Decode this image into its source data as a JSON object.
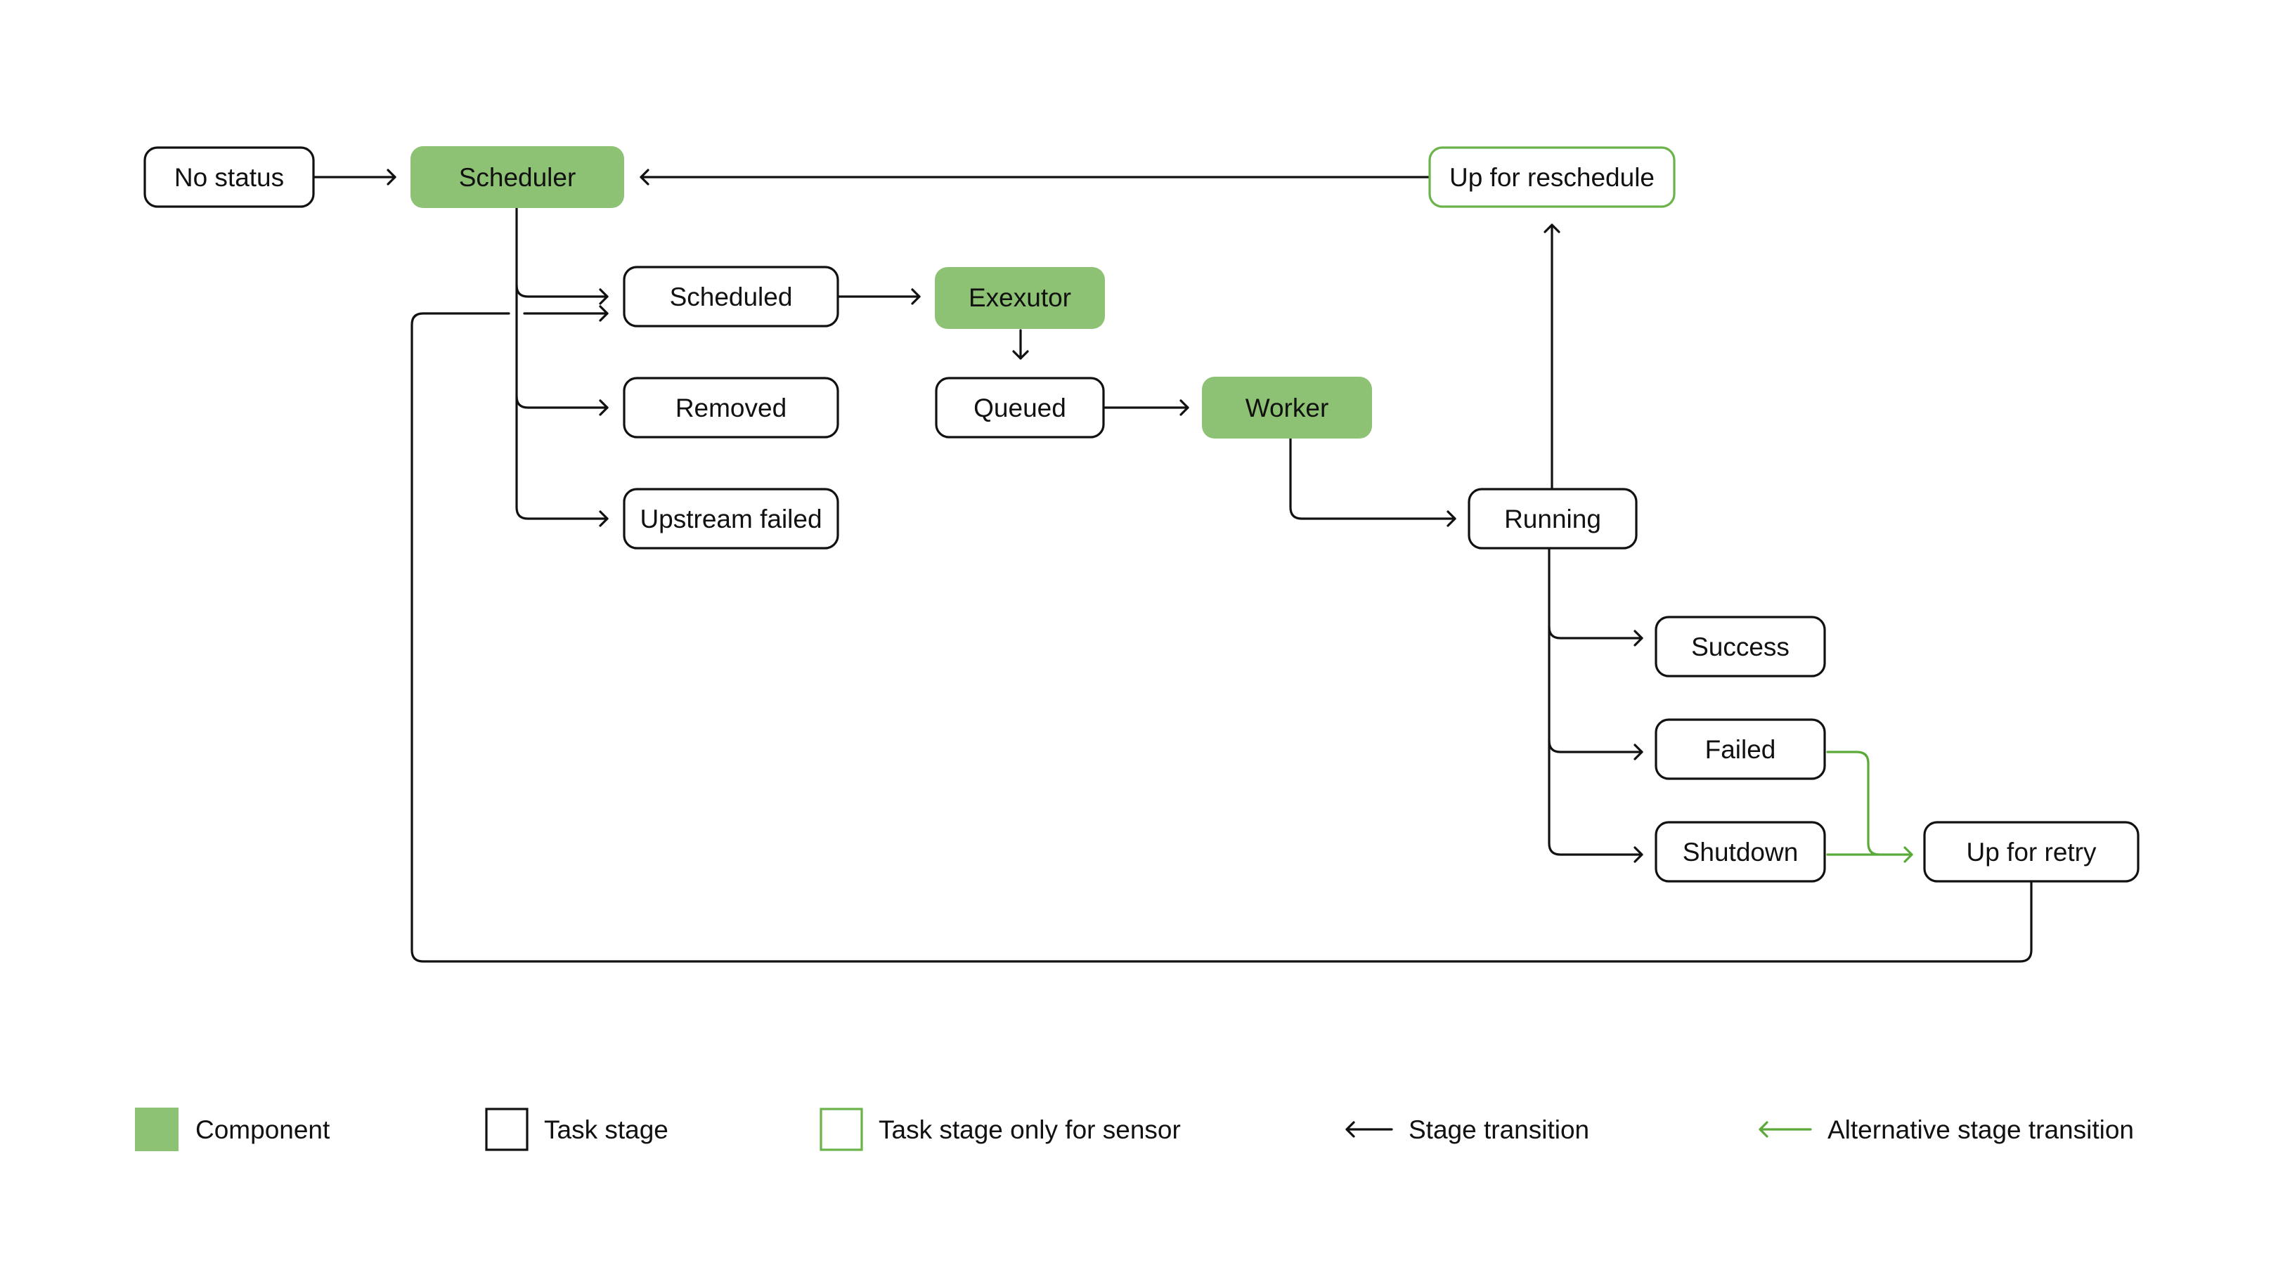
{
  "colors": {
    "component_fill": "#8dc173",
    "task_stroke": "#111111",
    "sensor_stroke": "#6ab34a",
    "transition": "#111111",
    "alt_transition": "#5aaa3a"
  },
  "nodes": {
    "no_status": "No status",
    "scheduler": "Scheduler",
    "up_for_reschedule": "Up for reschedule",
    "scheduled": "Scheduled",
    "exexutor": "Exexutor",
    "removed": "Removed",
    "queued": "Queued",
    "worker": "Worker",
    "upstream_failed": "Upstream failed",
    "running": "Running",
    "success": "Success",
    "failed": "Failed",
    "shutdown": "Shutdown",
    "up_for_retry": "Up for retry"
  },
  "legend": {
    "component": "Component",
    "task_stage": "Task stage",
    "sensor_stage": "Task stage only for sensor",
    "stage_transition": "Stage transition",
    "alt_transition": "Alternative stage transition"
  }
}
